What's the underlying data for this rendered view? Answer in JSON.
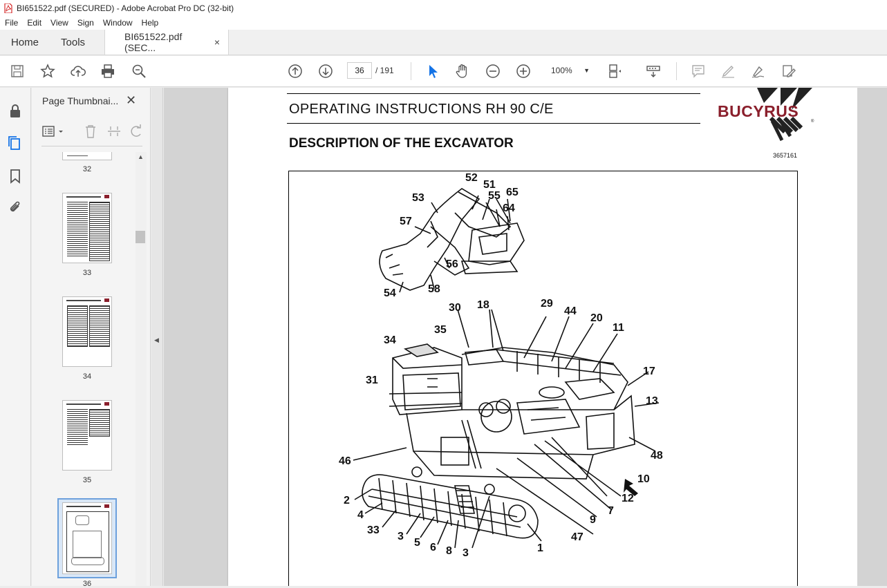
{
  "window": {
    "title": "BI651522.pdf (SECURED) - Adobe Acrobat Pro DC (32-bit)"
  },
  "menu": [
    "File",
    "Edit",
    "View",
    "Sign",
    "Window",
    "Help"
  ],
  "tabs": {
    "home": "Home",
    "tools": "Tools",
    "document": "BI651522.pdf (SEC...",
    "close": "×"
  },
  "toolbar": {
    "page_current": "36",
    "page_total": "/ 191",
    "zoom": "100%"
  },
  "thumbnails": {
    "title": "Page Thumbnai...",
    "close": "✕",
    "pages": [
      {
        "label": "32"
      },
      {
        "label": "33"
      },
      {
        "label": "34"
      },
      {
        "label": "35"
      },
      {
        "label": "36"
      }
    ]
  },
  "document": {
    "header": "OPERATING INSTRUCTIONS RH 90 C/E",
    "subtitle": "DESCRIPTION OF THE EXCAVATOR",
    "doc_number": "3657161",
    "brand": "BUCYRUS",
    "brand_reg": "®",
    "callouts": [
      "52",
      "51",
      "65",
      "53",
      "55",
      "64",
      "57",
      "56",
      "54",
      "58",
      "30",
      "18",
      "29",
      "44",
      "20",
      "11",
      "34",
      "35",
      "17",
      "31",
      "13",
      "48",
      "46",
      "10",
      "12",
      "7",
      "9",
      "47",
      "1",
      "2",
      "4",
      "33",
      "3",
      "5",
      "6",
      "8",
      "3"
    ]
  },
  "colors": {
    "brand": "#8a1f2c",
    "selection": "#6ca0dc",
    "accent": "#1473e6"
  }
}
